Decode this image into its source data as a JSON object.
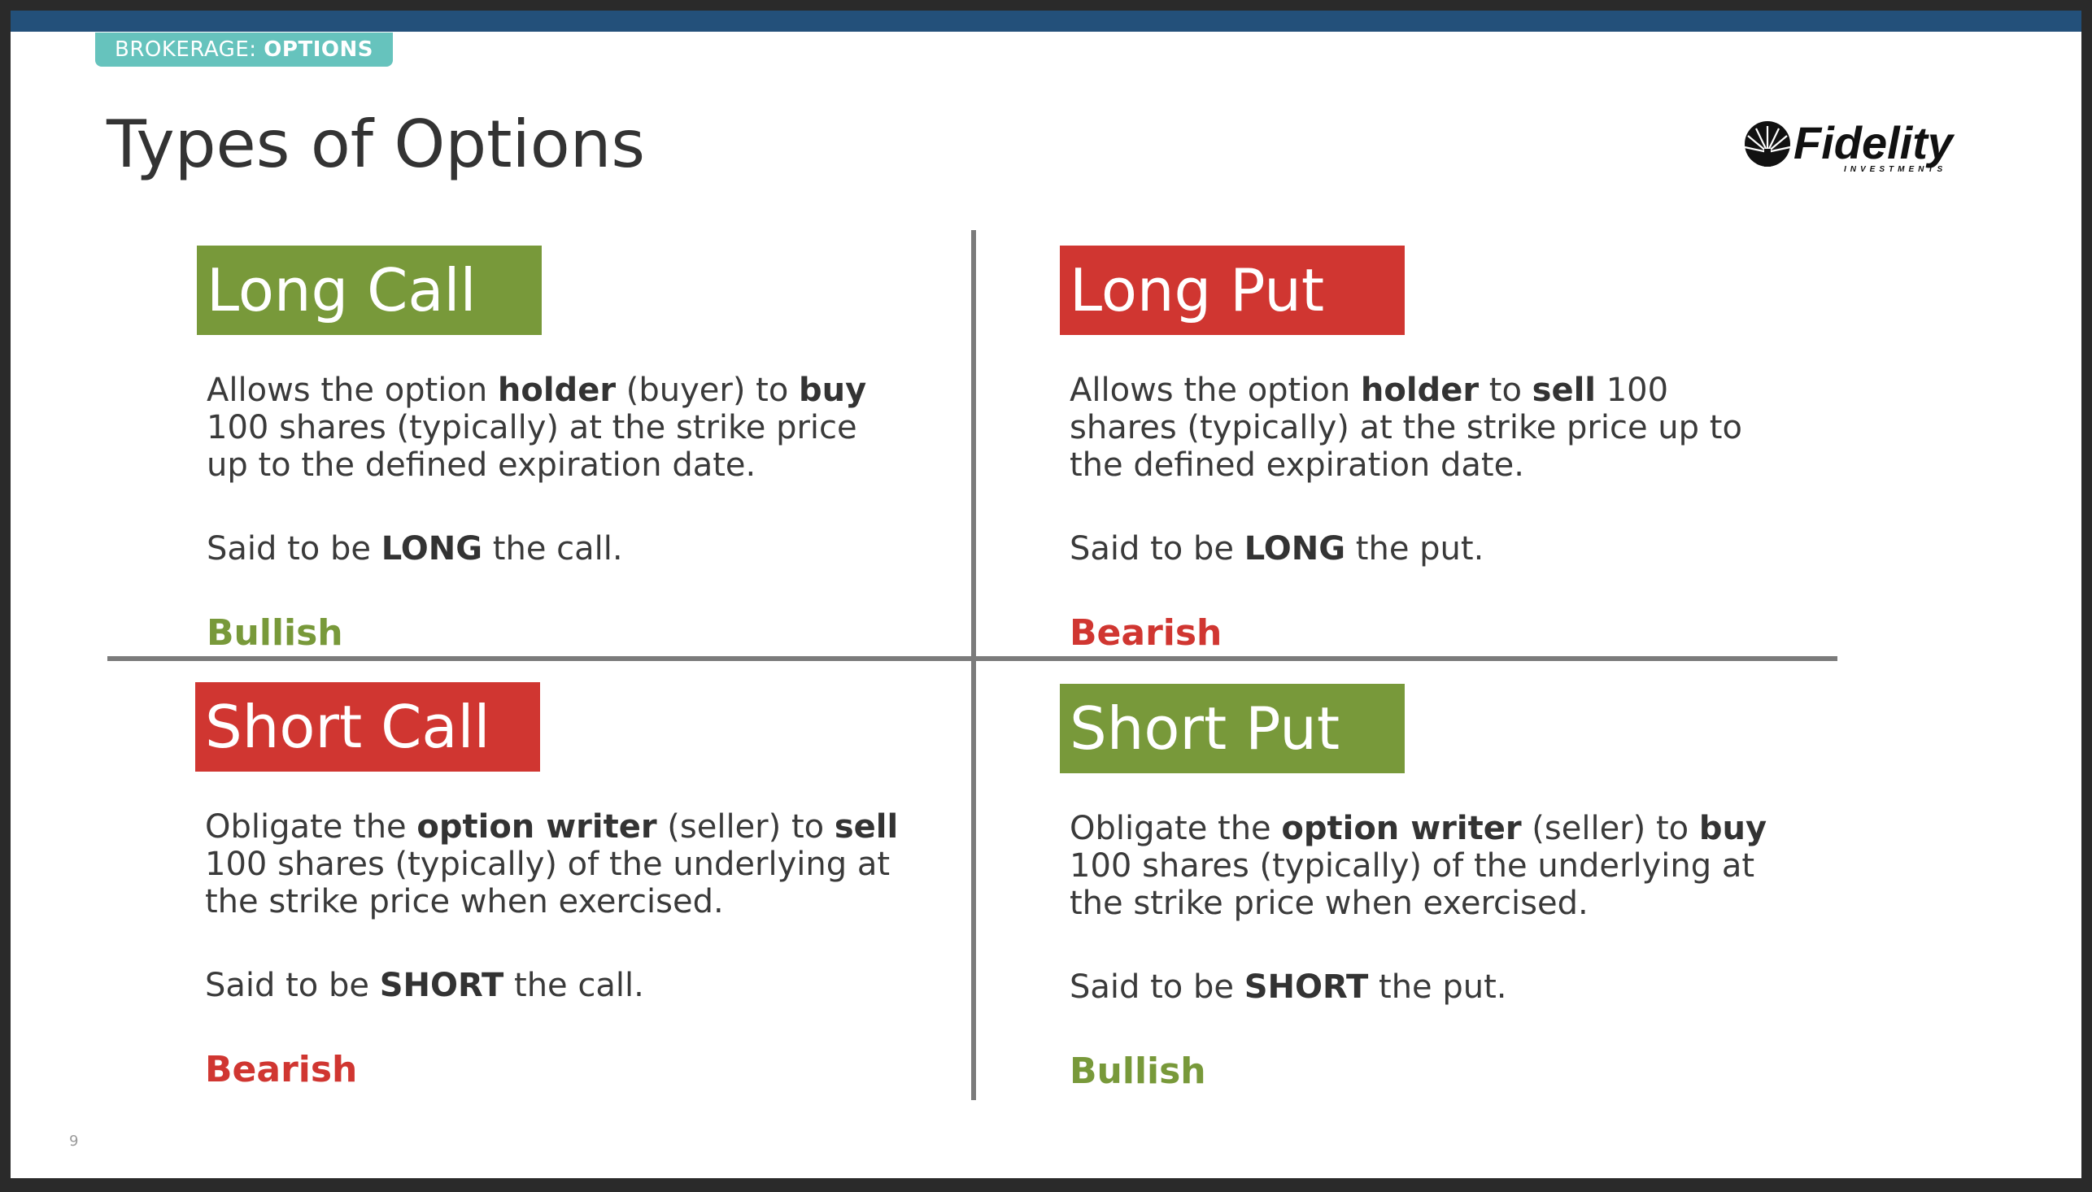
{
  "header": {
    "tag_prefix": "BROKERAGE:",
    "tag_emphasis": "OPTIONS",
    "title": "Types of Options",
    "logo_text": "Fidelity",
    "logo_subtext": "INVESTMENTS"
  },
  "quadrants": [
    {
      "label": "Long Call",
      "label_color": "#78993a",
      "desc": [
        {
          "t": "Allows the option "
        },
        {
          "t": "holder",
          "b": true
        },
        {
          "t": " (buyer) to "
        },
        {
          "t": "buy",
          "b": true
        },
        {
          "t": " 100 shares (typically) at the strike price up to the defined expiration date."
        }
      ],
      "said": [
        {
          "t": "Said to be "
        },
        {
          "t": "LONG",
          "b": true
        },
        {
          "t": " the call."
        }
      ],
      "sentiment": "Bullish",
      "sentiment_color": "#78993a"
    },
    {
      "label": "Long Put",
      "label_color": "#d03631",
      "desc": [
        {
          "t": "Allows the option "
        },
        {
          "t": "holder",
          "b": true
        },
        {
          "t": " to "
        },
        {
          "t": "sell",
          "b": true
        },
        {
          "t": " 100 shares (typically) at the strike price up to the defined expiration date."
        }
      ],
      "said": [
        {
          "t": "Said to be "
        },
        {
          "t": "LONG",
          "b": true
        },
        {
          "t": " the put."
        }
      ],
      "sentiment": "Bearish",
      "sentiment_color": "#d03631"
    },
    {
      "label": "Short Call",
      "label_color": "#d03631",
      "desc": [
        {
          "t": "Obligate the "
        },
        {
          "t": "option writer",
          "b": true
        },
        {
          "t": " (seller) to "
        },
        {
          "t": "sell",
          "b": true
        },
        {
          "t": " 100 shares (typically) of the underlying at the strike price when exercised."
        }
      ],
      "said": [
        {
          "t": "Said to be "
        },
        {
          "t": "SHORT",
          "b": true
        },
        {
          "t": " the call."
        }
      ],
      "sentiment": "Bearish",
      "sentiment_color": "#d03631"
    },
    {
      "label": "Short Put",
      "label_color": "#78993a",
      "desc": [
        {
          "t": "Obligate the "
        },
        {
          "t": "option writer",
          "b": true
        },
        {
          "t": " (seller) to "
        },
        {
          "t": "buy",
          "b": true
        },
        {
          "t": " 100 shares (typically) of the underlying at the strike price when exercised."
        }
      ],
      "said": [
        {
          "t": "Said to be "
        },
        {
          "t": "SHORT",
          "b": true
        },
        {
          "t": " the put."
        }
      ],
      "sentiment": "Bullish",
      "sentiment_color": "#78993a"
    }
  ],
  "footer": {
    "page_number": "9"
  }
}
